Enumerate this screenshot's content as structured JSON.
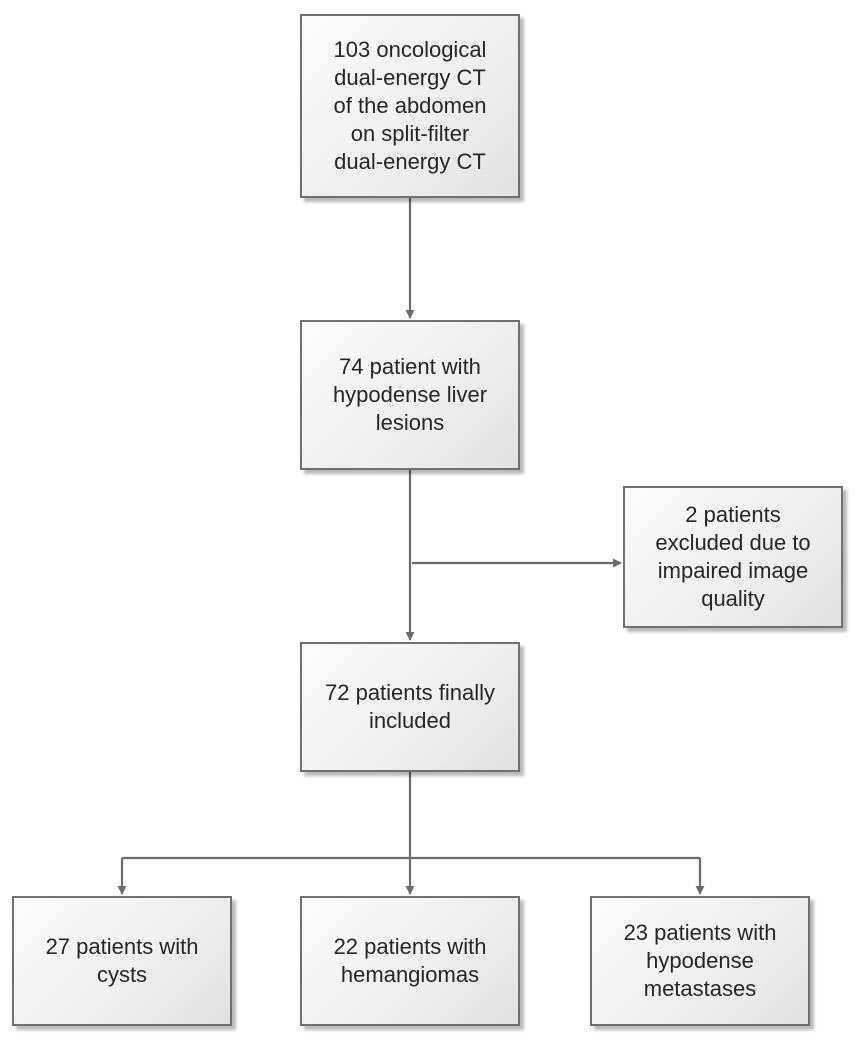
{
  "flowchart": {
    "screening": "103 oncological\ndual-energy CT\nof the abdomen\non split-filter\ndual-energy CT",
    "hypodense": "74 patient with\nhypodense liver\nlesions",
    "excluded": "2 patients\nexcluded due to\nimpaired image\nquality",
    "included": "72 patients finally\nincluded",
    "cysts": "27 patients with\ncysts",
    "hemangiomas": "22 patients with\nhemangiomas",
    "metastases": "23 patients with\nhypodense\nmetastases"
  },
  "colors": {
    "connector": "#6b6b6b",
    "box_border": "#6f6f6f",
    "text": "#262626"
  }
}
